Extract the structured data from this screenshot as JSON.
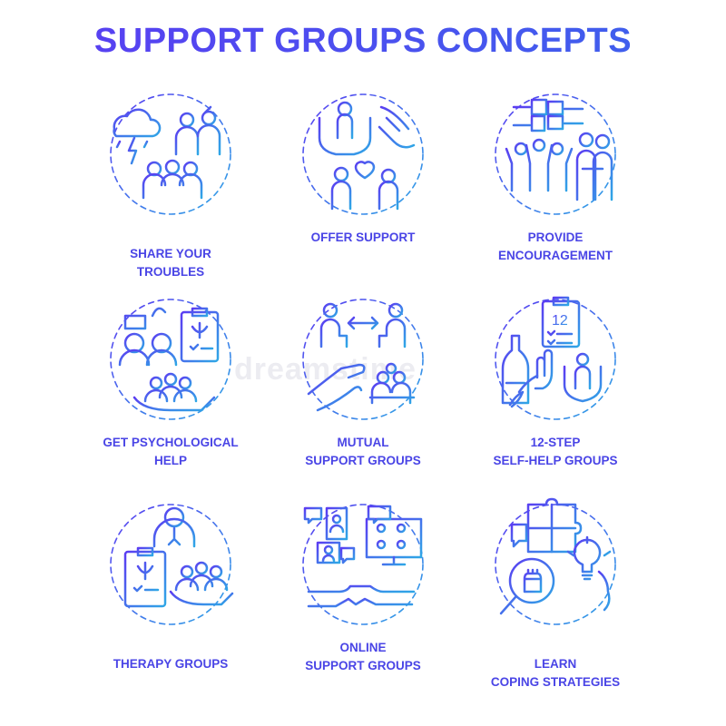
{
  "title": "SUPPORT GROUPS CONCEPTS",
  "watermark": "dreamstime",
  "colors": {
    "gradient_start": "#5b3cf2",
    "gradient_end": "#2fa7e6",
    "label": "#4a45e6"
  },
  "concepts": [
    {
      "label": "SHARE YOUR\nTROUBLES",
      "icon": "storm-cloud-people-icon"
    },
    {
      "label": "OFFER SUPPORT",
      "icon": "helping-hands-icon"
    },
    {
      "label": "PROVIDE\nENCOURAGEMENT",
      "icon": "stacked-hands-team-icon"
    },
    {
      "label": "GET PSYCHOLOGICAL\nHELP",
      "icon": "psychologist-clipboard-icon"
    },
    {
      "label": "MUTUAL\nSUPPORT GROUPS",
      "icon": "mutual-exchange-icon"
    },
    {
      "label": "12-STEP\nSELF-HELP GROUPS",
      "icon": "twelve-step-checklist-icon"
    },
    {
      "label": "THERAPY GROUPS",
      "icon": "therapist-group-icon"
    },
    {
      "label": "ONLINE\nSUPPORT GROUPS",
      "icon": "video-chat-icon"
    },
    {
      "label": "LEARN\nCOPING STRATEGIES",
      "icon": "puzzle-fist-bulb-icon"
    }
  ]
}
